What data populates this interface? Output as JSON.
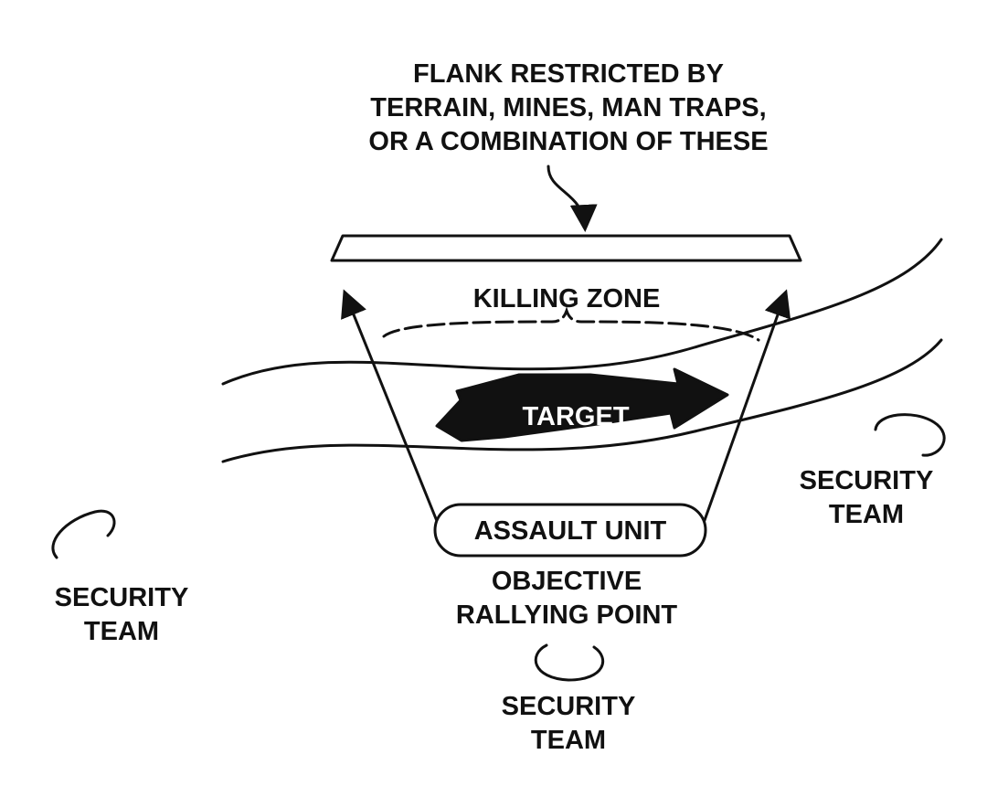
{
  "title_lines": [
    "FLANK RESTRICTED BY",
    "TERRAIN, MINES, MAN TRAPS,",
    "OR A COMBINATION OF THESE"
  ],
  "killing_zone": "KILLING ZONE",
  "target": "TARGET",
  "assault_unit": "ASSAULT UNIT",
  "orp_lines": [
    "OBJECTIVE",
    "RALLYING POINT"
  ],
  "security_left": [
    "SECURITY",
    "TEAM"
  ],
  "security_right": [
    "SECURITY",
    "TEAM"
  ],
  "security_bottom": [
    "SECURITY",
    "TEAM"
  ],
  "colors": {
    "ink": "#111111",
    "background": "#ffffff",
    "target_text": "#ffffff"
  }
}
